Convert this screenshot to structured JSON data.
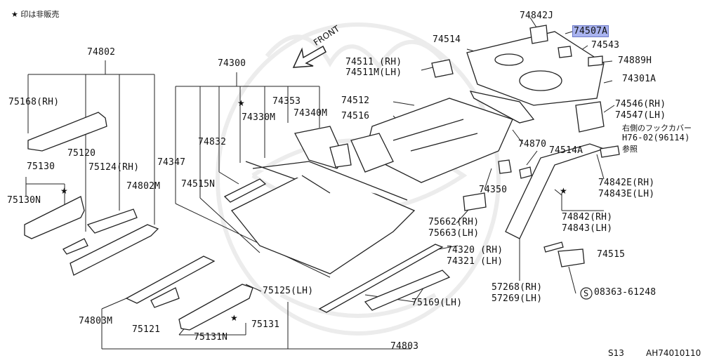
{
  "legend_note": "★ 印は非販売",
  "front_label": "FRONT",
  "star_glyph": "★",
  "corner_left": "S13",
  "corner_right": "AH74010110",
  "highlight_color": "#a9b3ef",
  "callouts": {
    "p74802": "74802",
    "p75168": "75168(RH)",
    "p75120": "75120",
    "p75130": "75130",
    "p75124": "75124(RH)",
    "p75130n": "75130N",
    "p74802m": "74802M",
    "p74300": "74300",
    "p74353": "74353",
    "p74330m": "74330M",
    "p74340m": "74340M",
    "p74832": "74832",
    "p74347": "74347",
    "p74515n": "74515N",
    "p74803m": "74803M",
    "p75121": "75121",
    "p75125": "75125(LH)",
    "p75131": "75131",
    "p75131n": "75131N",
    "p74803": "74803",
    "p74511": "74511 (RH)",
    "p74511m": "74511M(LH)",
    "p74512": "74512",
    "p74516": "74516",
    "p74514": "74514",
    "p74842j": "74842J",
    "p74507a": "74507A",
    "p74543": "74543",
    "p74889h": "74889H",
    "p74301a": "74301A",
    "p74546": "74546(RH)",
    "p74547": "74547(LH)",
    "note_l1": "右側のフックカバー",
    "note_l2": "H76-02(96114)",
    "note_l3": "参照",
    "p74870": "74870",
    "p74514a": "74514A",
    "p74350": "74350",
    "p74842e": "74842E(RH)",
    "p74843e": "74843E(LH)",
    "p74842": "74842(RH)",
    "p74843": "74843(LH)",
    "p75662": "75662(RH)",
    "p75663": "75663(LH)",
    "p74320": "74320 (RH)",
    "p74321": "74321 (LH)",
    "p74515": "74515",
    "p57268": "57268(RH)",
    "p57269": "57269(LH)",
    "p08363": "08363-61248",
    "s_glyph": "S",
    "p75169": "75169(LH)"
  }
}
